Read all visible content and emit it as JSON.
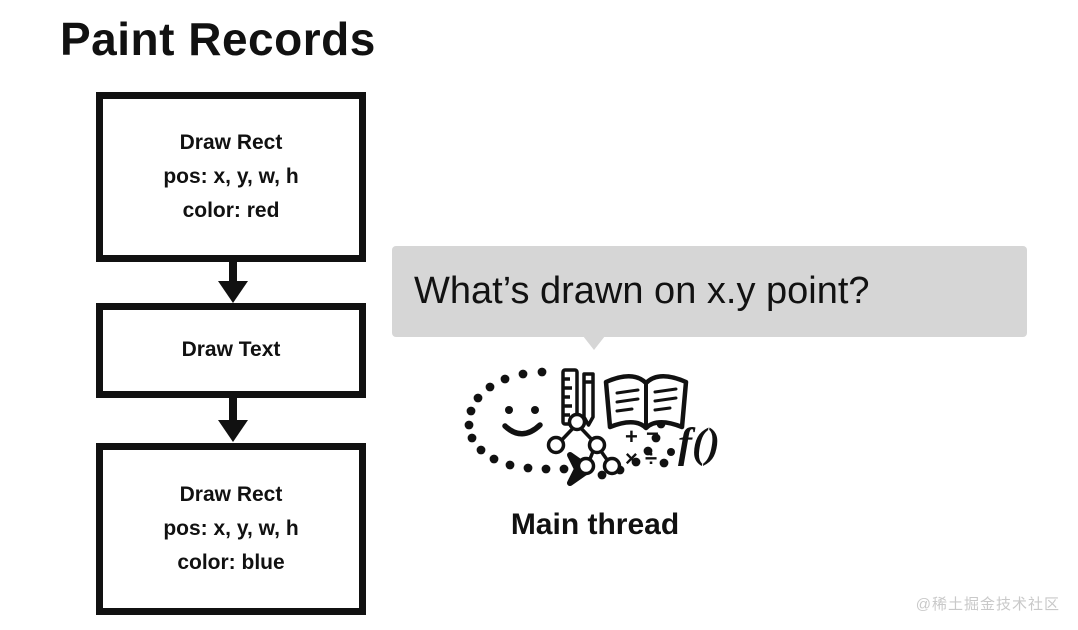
{
  "page": {
    "title": "Paint Records",
    "background_color": "#ffffff",
    "ink_color": "#111111"
  },
  "flow": {
    "records": [
      {
        "id": "draw-rect-red",
        "lines": [
          "Draw Rect",
          "pos: x, y, w, h",
          "color: red"
        ]
      },
      {
        "id": "draw-text",
        "lines": [
          "Draw Text"
        ]
      },
      {
        "id": "draw-rect-blue",
        "lines": [
          "Draw Rect",
          "pos: x, y, w, h",
          "color: blue"
        ]
      }
    ],
    "arrow_icon": "arrow-down-icon",
    "arrow_count": 2
  },
  "speech_bubble": {
    "text": "What’s drawn on x.y point?",
    "background_color": "#d6d6d6",
    "text_color": "#121212"
  },
  "main_thread": {
    "label": "Main thread",
    "face_icon": "smiley-face-icon",
    "loop_icon": "dotted-loop-icon",
    "chevron_icon": "chevron-right-icon",
    "tool_icons": [
      "ruler-icon",
      "pencil-icon",
      "open-book-icon",
      "node-tree-icon",
      "math-symbols-icon",
      "function-notation-icon"
    ],
    "math_symbols": [
      "+",
      "−",
      "×",
      "÷"
    ],
    "function_notation": "f()"
  },
  "watermark": {
    "text": "@稀土掘金技术社区",
    "color": "#c9c9c9"
  }
}
